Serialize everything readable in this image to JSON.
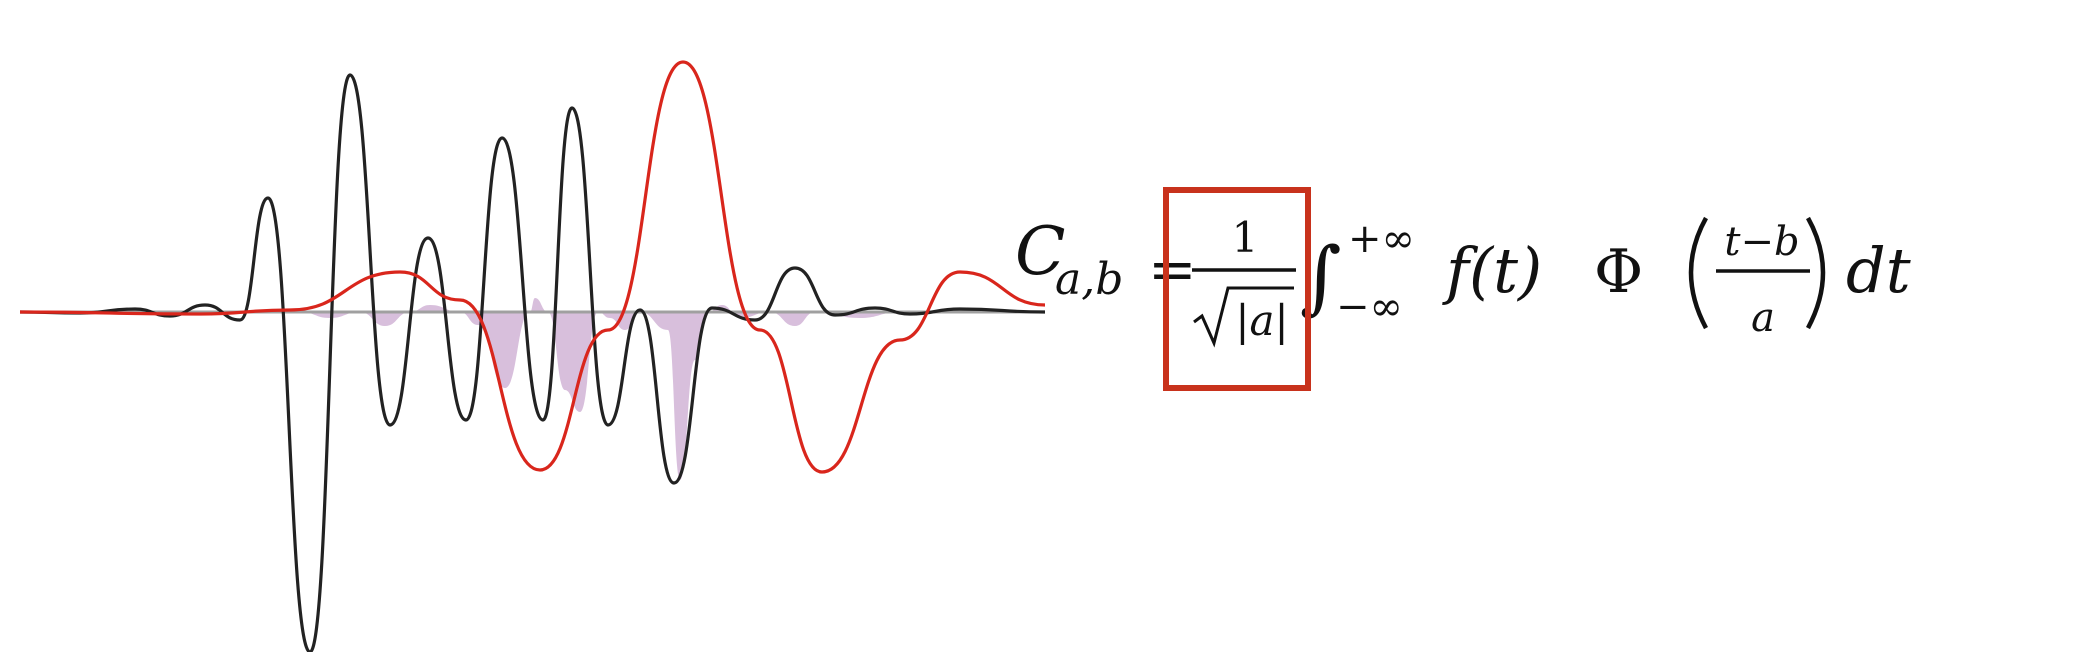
{
  "formula": {
    "C": "C",
    "sub_ab": "a,b",
    "equals": "=",
    "frac_num": "1",
    "frac_den": "|a|",
    "integral": "∫",
    "upper": "+∞",
    "lower": "−∞",
    "f_t": "f(t)",
    "phi": "Φ",
    "arg_num": "t−b",
    "arg_den": "a",
    "dt": "dt"
  },
  "colors": {
    "signal": "#222222",
    "wavelet": "#d9261c",
    "product_fill": "#d8bfdc",
    "baseline": "#a0a0a0",
    "highlight": "#c8321c"
  }
}
